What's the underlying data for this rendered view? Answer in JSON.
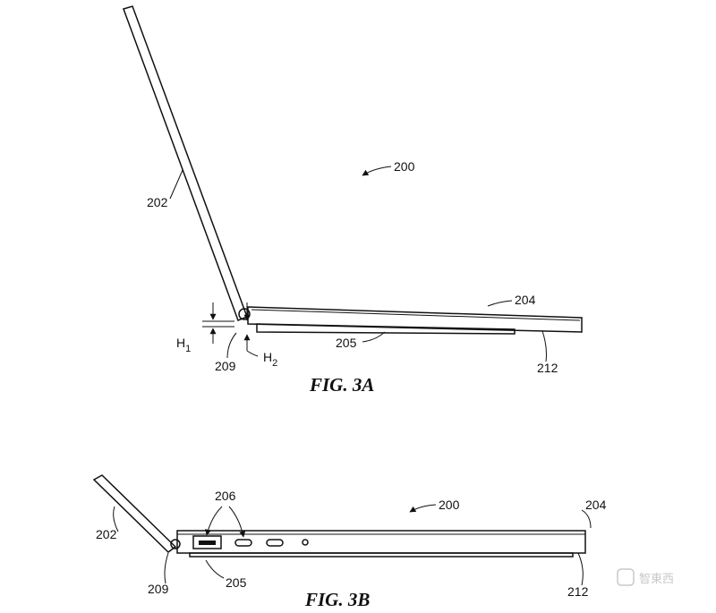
{
  "fig3a": {
    "caption": "FIG. 3A",
    "labels": {
      "device": "200",
      "display": "202",
      "base": "204",
      "foot": "205",
      "hinge": "209",
      "front_edge": "212",
      "h1_main": "H",
      "h1_sub": "1",
      "h2_main": "H",
      "h2_sub": "2"
    }
  },
  "fig3b": {
    "caption": "FIG. 3B",
    "labels": {
      "device": "200",
      "display": "202",
      "base": "204",
      "foot": "205",
      "ports": "206",
      "hinge": "209",
      "front_edge": "212"
    }
  },
  "watermark": "智東西"
}
